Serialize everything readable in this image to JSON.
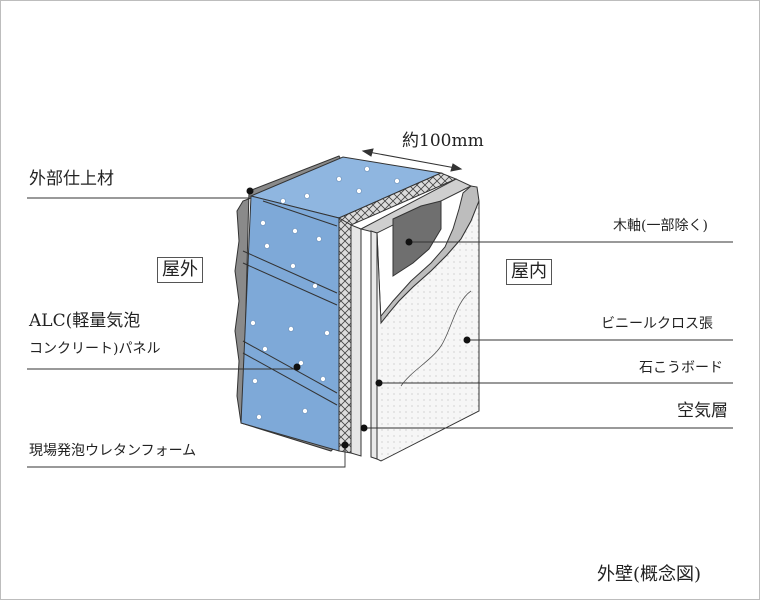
{
  "labels": {
    "outer_finish": "外部仕上材",
    "alc_line1": "ALC(軽量気泡",
    "alc_line2": "コンクリート)パネル",
    "urethane": "現場発泡ウレタンフォーム",
    "wood_frame": "木軸(一部除く)",
    "vinyl_cloth": "ビニールクロス張",
    "gypsum_board": "石こうボード",
    "air_layer": "空気層",
    "dimension": "約100mm",
    "outside": "屋外",
    "inside": "屋内",
    "caption": "外壁(概念図)"
  },
  "colors": {
    "alc_panel": "#7ea9d8",
    "finish": "#8a8a8a",
    "urethane": "#d8d8d8",
    "wood": "#6f6f6f",
    "board": "#f4f4f4",
    "line": "#333333"
  }
}
